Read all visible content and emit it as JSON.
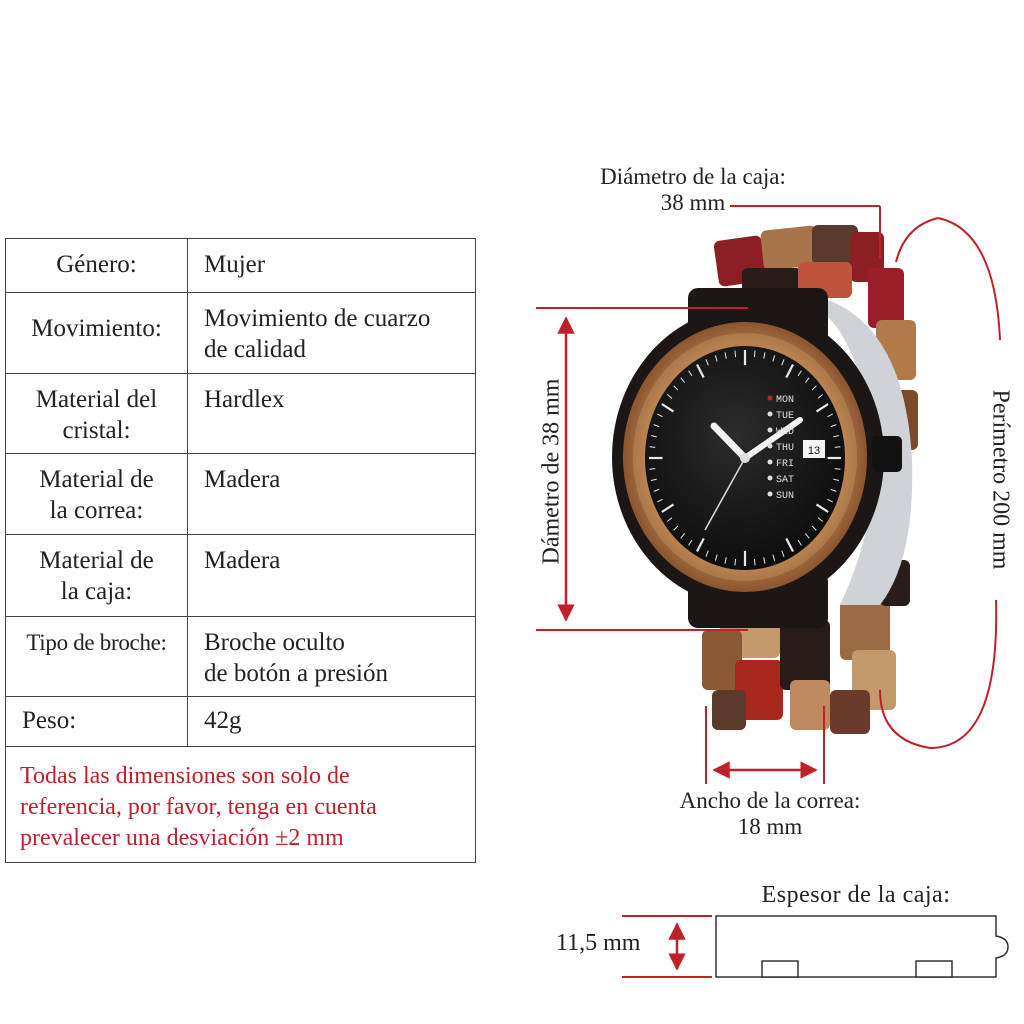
{
  "specs": [
    {
      "label": [
        "Género:"
      ],
      "value": [
        "Mujer"
      ]
    },
    {
      "label": [
        "Movimiento:"
      ],
      "value": [
        "Movimiento de cuarzo",
        "de calidad"
      ]
    },
    {
      "label": [
        "Material del",
        "cristal:"
      ],
      "value": [
        "Hardlex"
      ]
    },
    {
      "label": [
        "Material de",
        "la correa:"
      ],
      "value": [
        "Madera"
      ]
    },
    {
      "label": [
        "Material de",
        "la caja:"
      ],
      "value": [
        "Madera"
      ]
    },
    {
      "label": [
        "Tipo de broche:"
      ],
      "value": [
        "Broche oculto",
        "de botón a presión"
      ]
    },
    {
      "label": [
        "Peso:"
      ],
      "value": [
        "42g"
      ]
    }
  ],
  "note": [
    "Todas las dimensiones son solo de",
    "referencia, por favor, tenga en cuenta",
    "prevalecer una desviación ±2 mm"
  ],
  "annotations": {
    "case_diameter_top": {
      "label": "Diámetro de la caja:",
      "value": "38 mm"
    },
    "case_diameter_side": {
      "label": "Dámetro de",
      "value": "38",
      "unit": "mm"
    },
    "perimeter": {
      "label": "Perímetro",
      "value": "200",
      "unit": "mm"
    },
    "strap_width": {
      "label": "Ancho de la correa:",
      "value": "18 mm"
    },
    "case_thickness": {
      "label": "Espesor de la caja:",
      "value": "11,5 mm"
    }
  },
  "watch_dial": {
    "day_labels": [
      "MON",
      "TUE",
      "WED",
      "THU",
      "FRI",
      "SAT",
      "SUN"
    ],
    "date": "13"
  },
  "colors": {
    "accent_red": "#c0202a",
    "note_red": "#c0202a",
    "border": "#444444"
  }
}
